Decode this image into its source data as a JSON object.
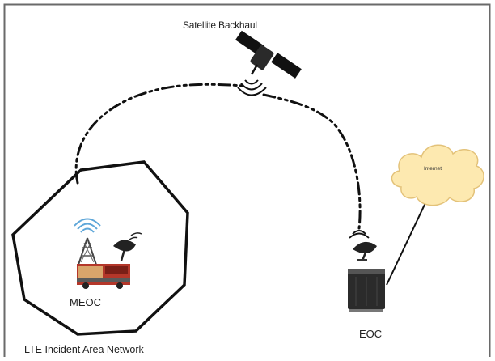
{
  "labels": {
    "satellite": "Satellite Backhaul",
    "meoc": "MEOC",
    "eoc": "EOC",
    "network": "LTE Incident Area Network",
    "internet": "Internet"
  },
  "icons": {
    "satellite": "satellite-icon",
    "cloud": "cloud-icon",
    "tower": "cell-tower-icon",
    "dish": "satellite-dish-icon",
    "truck": "truck-icon",
    "server": "server-icon"
  },
  "colors": {
    "frame": "#555555",
    "link": "#111111",
    "cloud_fill": "#fde9b0",
    "cloud_stroke": "#e3c279",
    "truck": "#b4372a",
    "server": "#2b2b2b"
  }
}
